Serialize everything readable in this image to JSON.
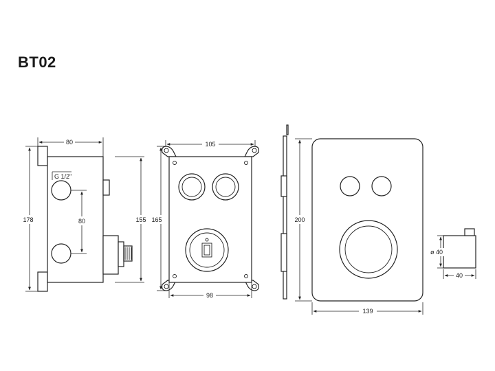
{
  "title": "BT02",
  "dimensions": {
    "side_width": "80",
    "side_height": "178",
    "thread_size": "G 1/2\"",
    "port_spacing": "80",
    "box_height": "155",
    "frame_height": "165",
    "frame_top_width": "105",
    "frame_bottom_width": "98",
    "plate_height": "200",
    "plate_width": "139",
    "knob_diameter": "ø 40",
    "knob_depth": "40"
  }
}
